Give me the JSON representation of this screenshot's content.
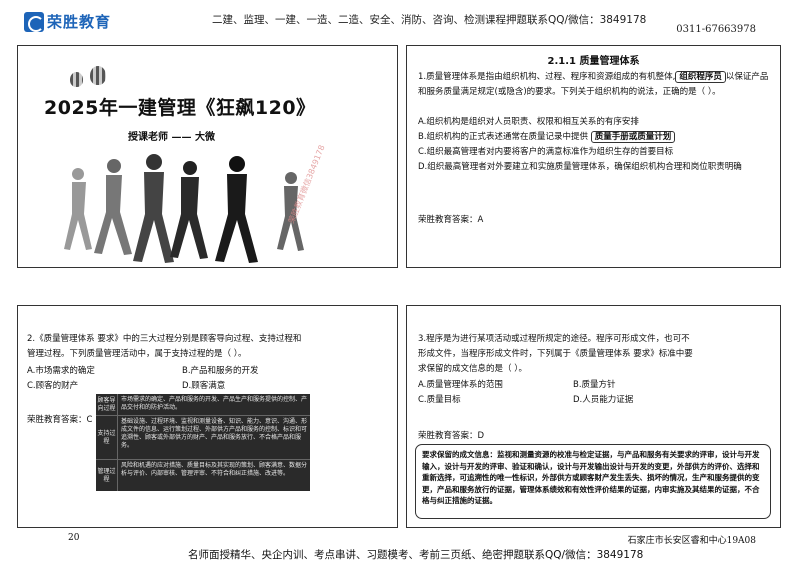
{
  "header": {
    "logo_text": "荣胜教育",
    "courses": "二建、监理、一建、一造、二造、安全、消防、咨询、检测课程押题联系QQ/微信：3849178",
    "phone": "0311-67663978"
  },
  "slide1": {
    "title": "2025年一建管理《狂飙120》",
    "teacher": "授课老师 —— 大微",
    "watermark": "荣胜教育微信3849178"
  },
  "slide2": {
    "section_title": "2.1.1  质量管理体系",
    "q_part1": "1.质量管理体系是指由组织机构、过程、程序和资源组成的有机整体,",
    "q_box": "组织程序员",
    "q_part2": "以保证产品和服务质量满足规定(或隐含)的要求。下列关于组织机构的说法，正确的是（   ）。",
    "option_a": "A.组织机构是组织对人员职责、权限和相互关系的有序安排",
    "option_b_pre": "B.组织机构的正式表述通常在质量记录中提供",
    "option_b_box": "质量手册或质量计划",
    "option_c": "C.组织最高管理者对内要将客户的满意标准作为组织生存的首要目标",
    "option_d": "D.组织最高管理者对外要建立和实施质量管理体系，确保组织机构合理和岗位职责明确",
    "answer": "荣胜教育答案：A"
  },
  "slide3": {
    "question": "2.《质量管理体系 要求》中的三大过程分别是顾客导向过程、支持过程和管理过程。下列质量管理活动中，属于支持过程的是（   ）。",
    "option_a": "A.市场需求的确定",
    "option_b": "B.产品和服务的开发",
    "option_c": "C.顾客的财产",
    "option_d": "D.顾客满意",
    "answer": "荣胜教育答案：C",
    "table_rows": [
      {
        "head": "顾客导向过程",
        "body": "市场需求的确定、产品和服务的开发、产品生产和服务提供的控制、产品交付和的防护活动。"
      },
      {
        "head": "支持过程",
        "body": "基础设施、过程环境、监视和测量设备、知识、能力、意识、沟通、形成文件的信息、运行策划过程、外部供方产品和服务的控制、标识和可追溯性、顾客或外部供方的财产、产品和服务放行、不合格产品和服务。"
      },
      {
        "head": "管理过程",
        "body": "风险和机遇的应对措施、质量目标及其实现的策划、顾客满意、数据分析与评价、内部审核、管理评审、不符合和纠正措施、改进等。"
      }
    ]
  },
  "slide4": {
    "question": "3.程序是为进行某项活动或过程所规定的途径。程序可形成文件，也可不形成文件，当程序形成文件时，下列属于《质量管理体系 要求》标准中要求保留的成文信息的是（   ）。",
    "option_a": "A.质量管理体系的范围",
    "option_b": "B.质量方针",
    "option_c": "C.质量目标",
    "option_d": "D.人员能力证据",
    "answer": "荣胜教育答案：D",
    "definition": "要求保留的成文信息：监视和测量资源的校准与检定证据，与产品和服务有关要求的评审，设计与开发输入，设计与开发的评审、验证和确认，设计与开发输出设计与开发的变更，外部供方的评价、选择和重新选择，可追溯性的唯一性标识，外部供方或顾客财产发生丢失、损坏的情况，生产和服务提供的变更，产品和服务放行的证据，管理体系绩效和有效性评价结果的证据，内审实施及其结果的证据，不合格与纠正措施的证据。"
  },
  "footer": {
    "page_number": "20",
    "address": "石家庄市长安区睿和中心19A08",
    "services": "名师面授精华、央企内训、考点串讲、习题模考、考前三页纸、绝密押题联系QQ/微信：3849178"
  }
}
